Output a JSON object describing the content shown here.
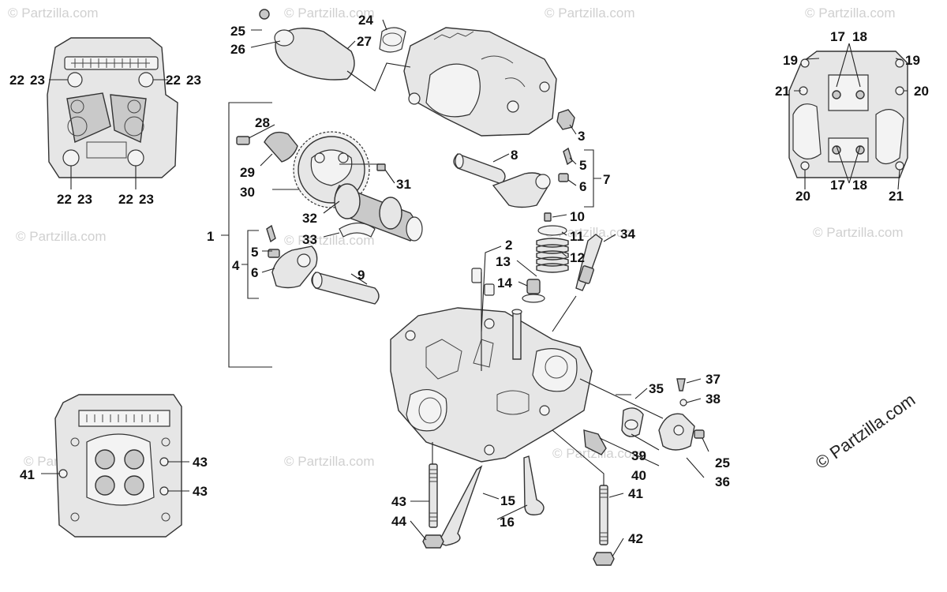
{
  "watermark": {
    "text": "© Partzilla.com",
    "corner_text": "© Partzilla.com"
  },
  "callouts": {
    "c1": "1",
    "c2": "2",
    "c3": "3",
    "c4": "4",
    "c5a": "5",
    "c5b": "5",
    "c6a": "6",
    "c6b": "6",
    "c7": "7",
    "c8": "8",
    "c9": "9",
    "c10": "10",
    "c11": "11",
    "c12": "12",
    "c13": "13",
    "c14": "14",
    "c15": "15",
    "c16": "16",
    "c17a": "17",
    "c18a": "18",
    "c17b": "17",
    "c18b": "18",
    "c19a": "19",
    "c19b": "19",
    "c20a": "20",
    "c20b": "20",
    "c21a": "21",
    "c21b": "21",
    "c22a": "22",
    "c23a": "23",
    "c22b": "22",
    "c23b": "23",
    "c22c": "22",
    "c23c": "23",
    "c22d": "22",
    "c23d": "23",
    "c24": "24",
    "c25a": "25",
    "c25b": "25",
    "c26": "26",
    "c27": "27",
    "c28": "28",
    "c29": "29",
    "c30": "30",
    "c31": "31",
    "c32": "32",
    "c33": "33",
    "c34": "34",
    "c35": "35",
    "c36": "36",
    "c37": "37",
    "c38": "38",
    "c39": "39",
    "c40": "40",
    "c41a": "41",
    "c41b": "41",
    "c42": "42",
    "c43a": "43",
    "c43b": "43",
    "c43c": "43",
    "c44": "44"
  }
}
